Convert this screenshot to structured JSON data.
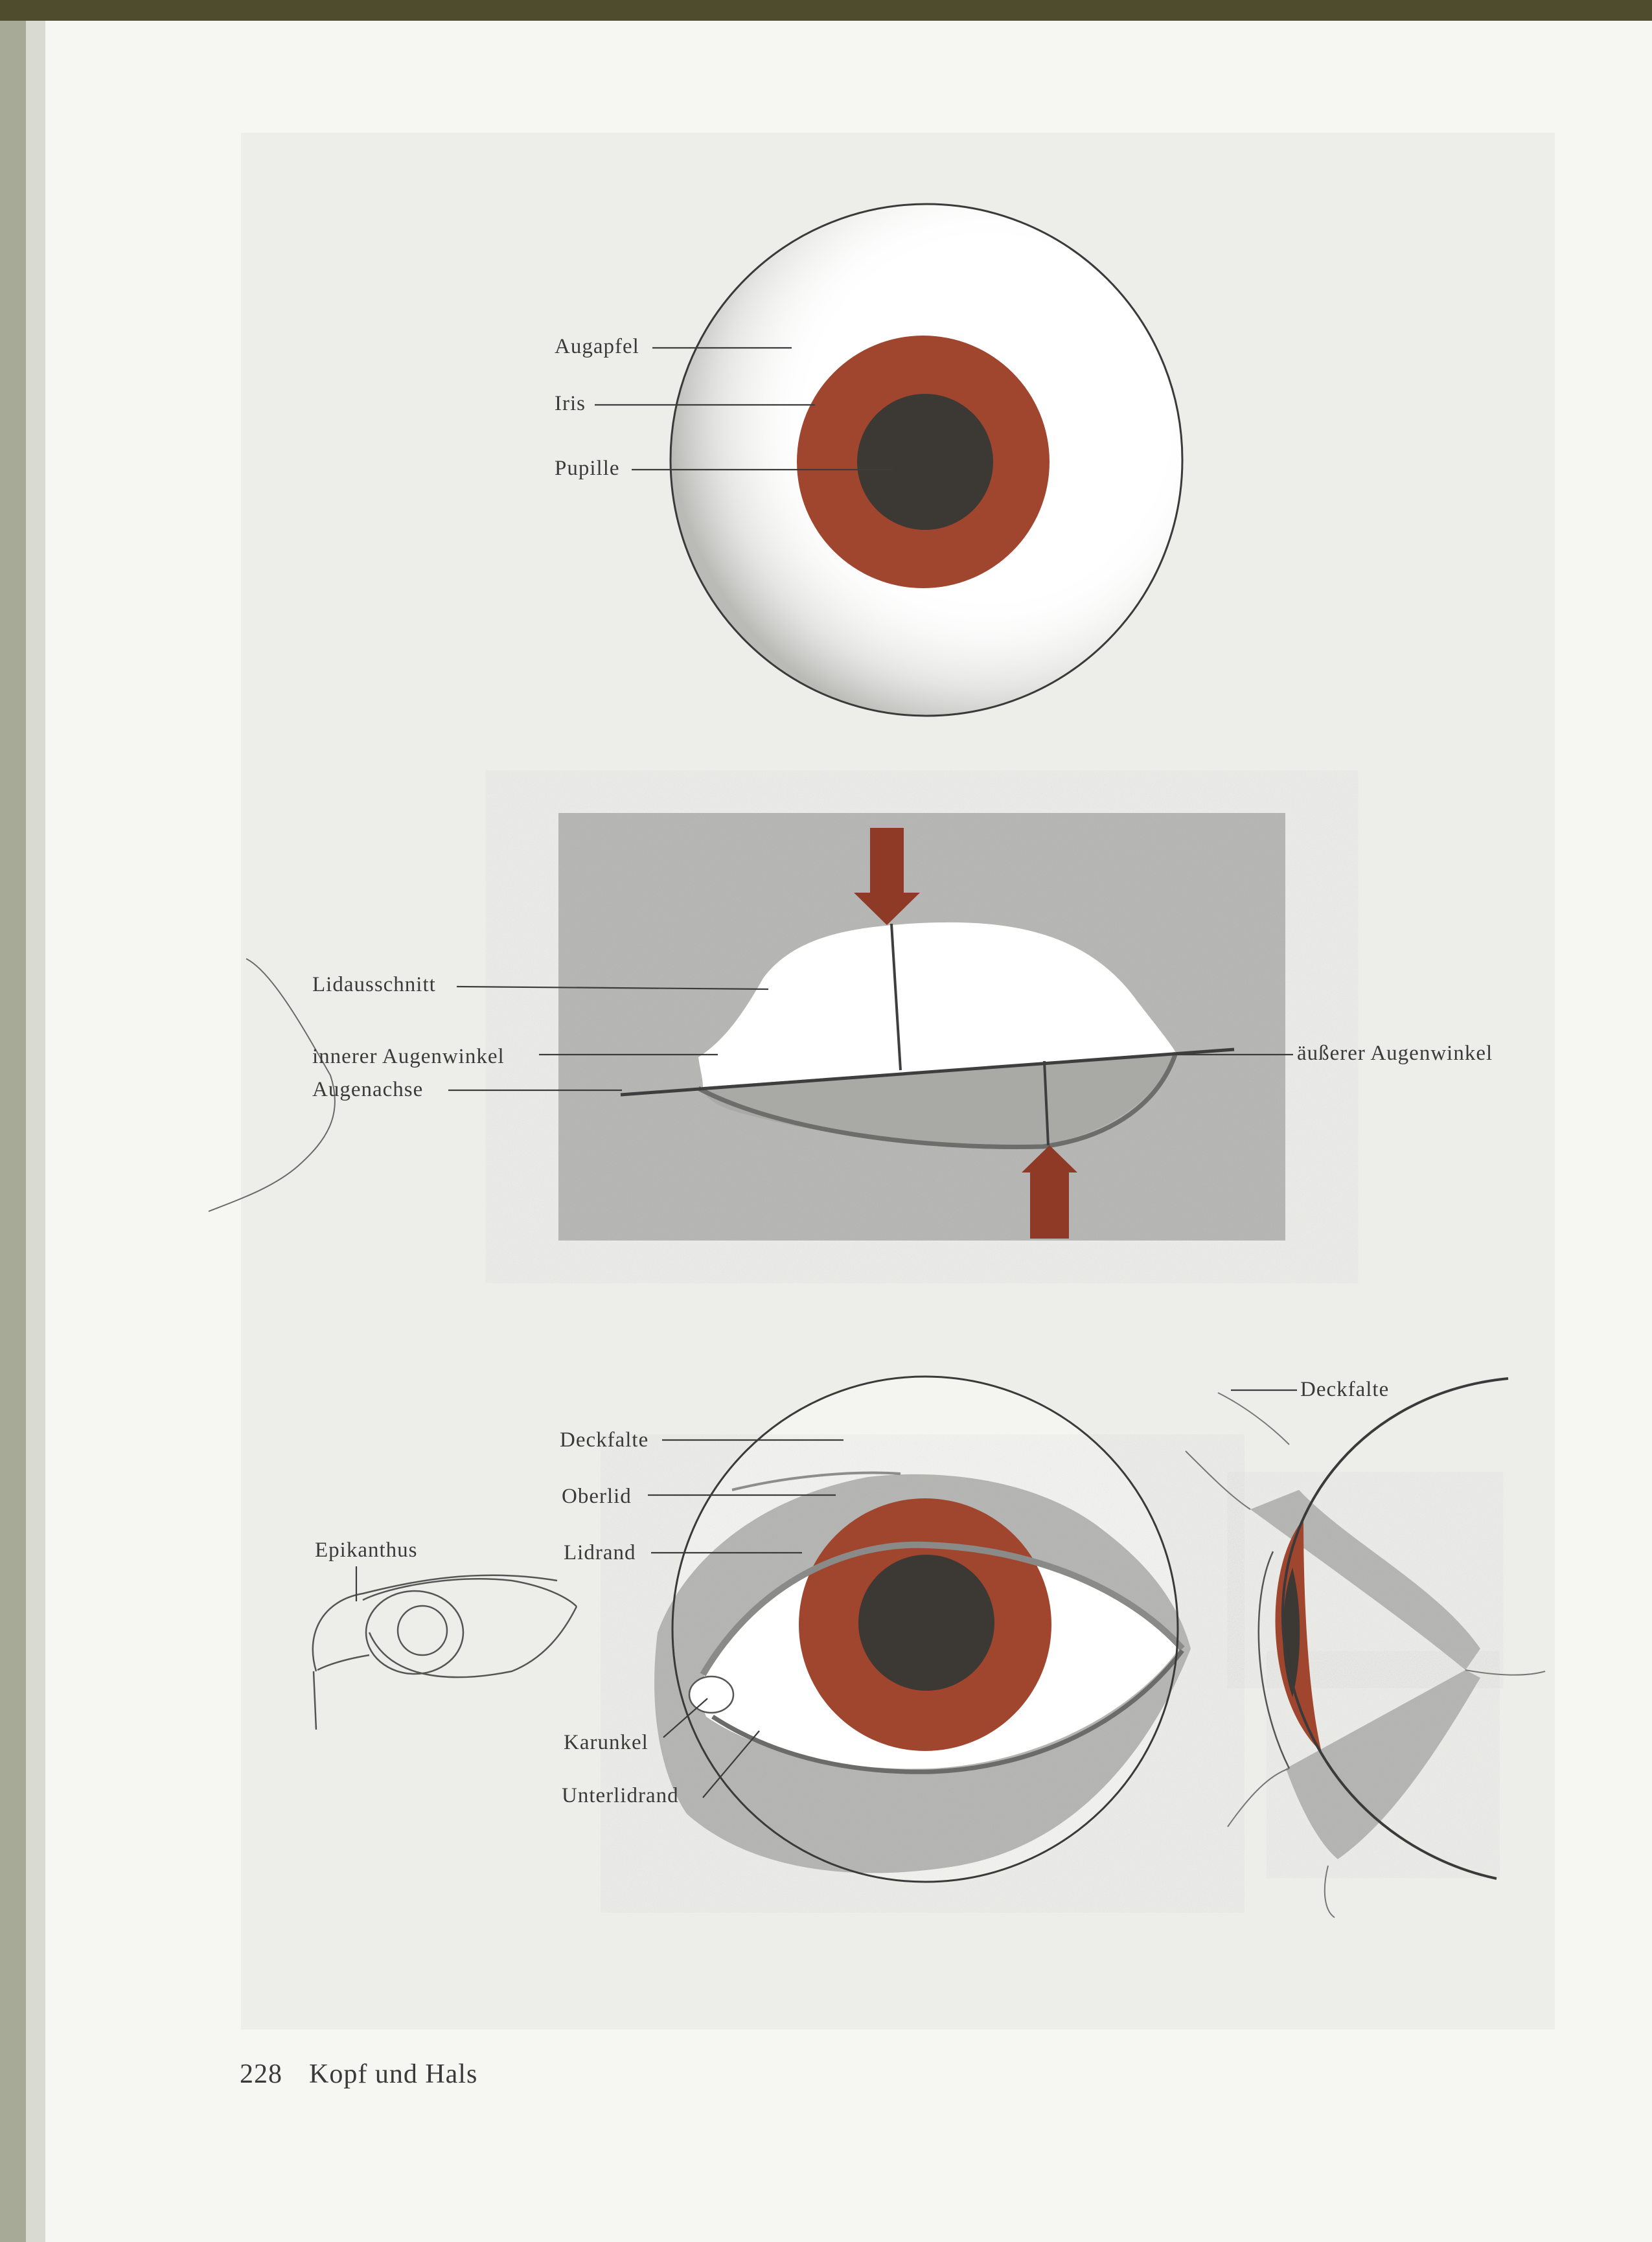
{
  "colors": {
    "iris": "#a0452e",
    "pupil": "#3c3834",
    "lid_shade": "#b8b8b6",
    "panel": "#b9b9b7",
    "plate": "#ededea",
    "arrow": "#8f3a27"
  },
  "figure1": {
    "labels": {
      "eyeball": "Augapfel",
      "iris": "Iris",
      "pupil": "Pupille"
    }
  },
  "figure2": {
    "labels": {
      "lid_cutout": "Lidausschnitt",
      "inner_corner": "innerer Augenwinkel",
      "eye_axis": "Augenachse",
      "outer_corner": "äußerer Augenwinkel"
    }
  },
  "figure3": {
    "labels": {
      "epicanthus": "Epikanthus",
      "cover_fold": "Deckfalte",
      "upper_lid": "Oberlid",
      "lid_margin": "Lidrand",
      "caruncle": "Karunkel",
      "lower_lid_margin": "Unterlidrand",
      "cover_fold_side": "Deckfalte"
    }
  },
  "footer": {
    "page_number": "228",
    "chapter": "Kopf und Hals"
  }
}
